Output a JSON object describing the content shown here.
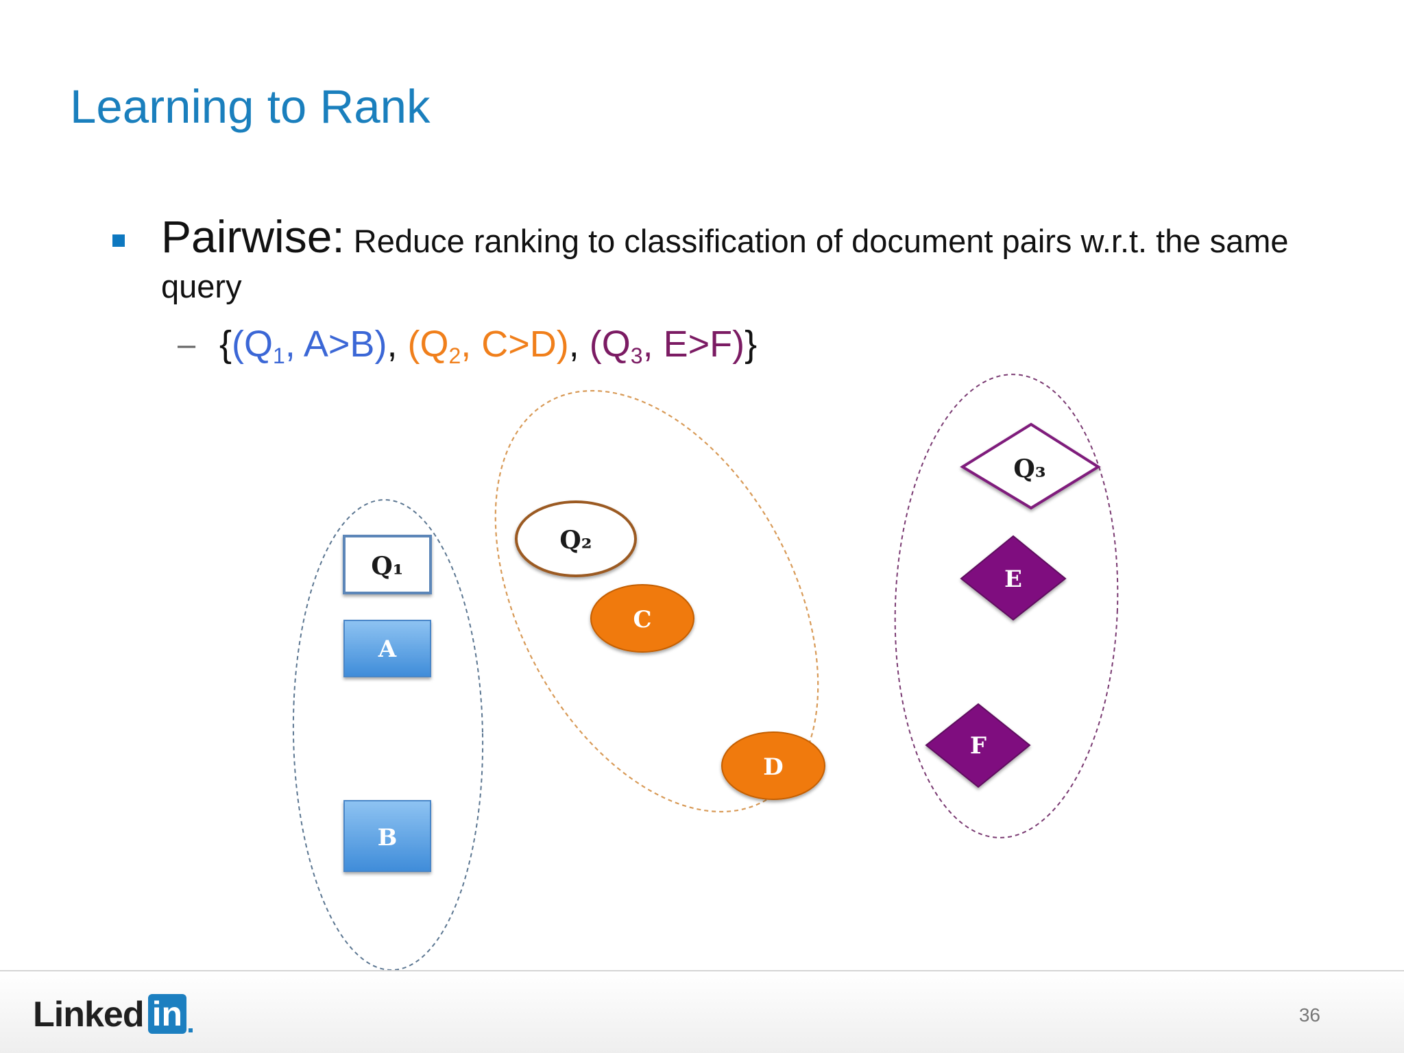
{
  "slide": {
    "title": "Learning to Rank",
    "page_number": "36"
  },
  "bullet": {
    "term": "Pairwise:",
    "text": " Reduce ranking to classification of document pairs w.r.t. the same query"
  },
  "sub_bullet": {
    "dash": "–",
    "open": "{",
    "close": "}",
    "separator": ", ",
    "pairs": [
      {
        "query": "Q",
        "sub": "1",
        "rest": ", A>B",
        "color": "#3b67d6"
      },
      {
        "query": "Q",
        "sub": "2",
        "rest": ", C>D",
        "color": "#f07f1b"
      },
      {
        "query": "Q",
        "sub": "3",
        "rest": ", E>F",
        "color": "#7b1b63"
      }
    ]
  },
  "diagram": {
    "groups": [
      {
        "query": "Q₁",
        "docs": [
          "A",
          "B"
        ],
        "query_shape": "rectangle",
        "doc_shape": "rectangle",
        "color": "#5aa0e4"
      },
      {
        "query": "Q₂",
        "docs": [
          "C",
          "D"
        ],
        "query_shape": "ellipse",
        "doc_shape": "ellipse",
        "color": "#f07f1b"
      },
      {
        "query": "Q₃",
        "docs": [
          "E",
          "F"
        ],
        "query_shape": "diamond",
        "doc_shape": "diamond",
        "color": "#7f0f7f"
      }
    ]
  },
  "footer": {
    "logo_word": "Linked",
    "logo_box": "in"
  }
}
